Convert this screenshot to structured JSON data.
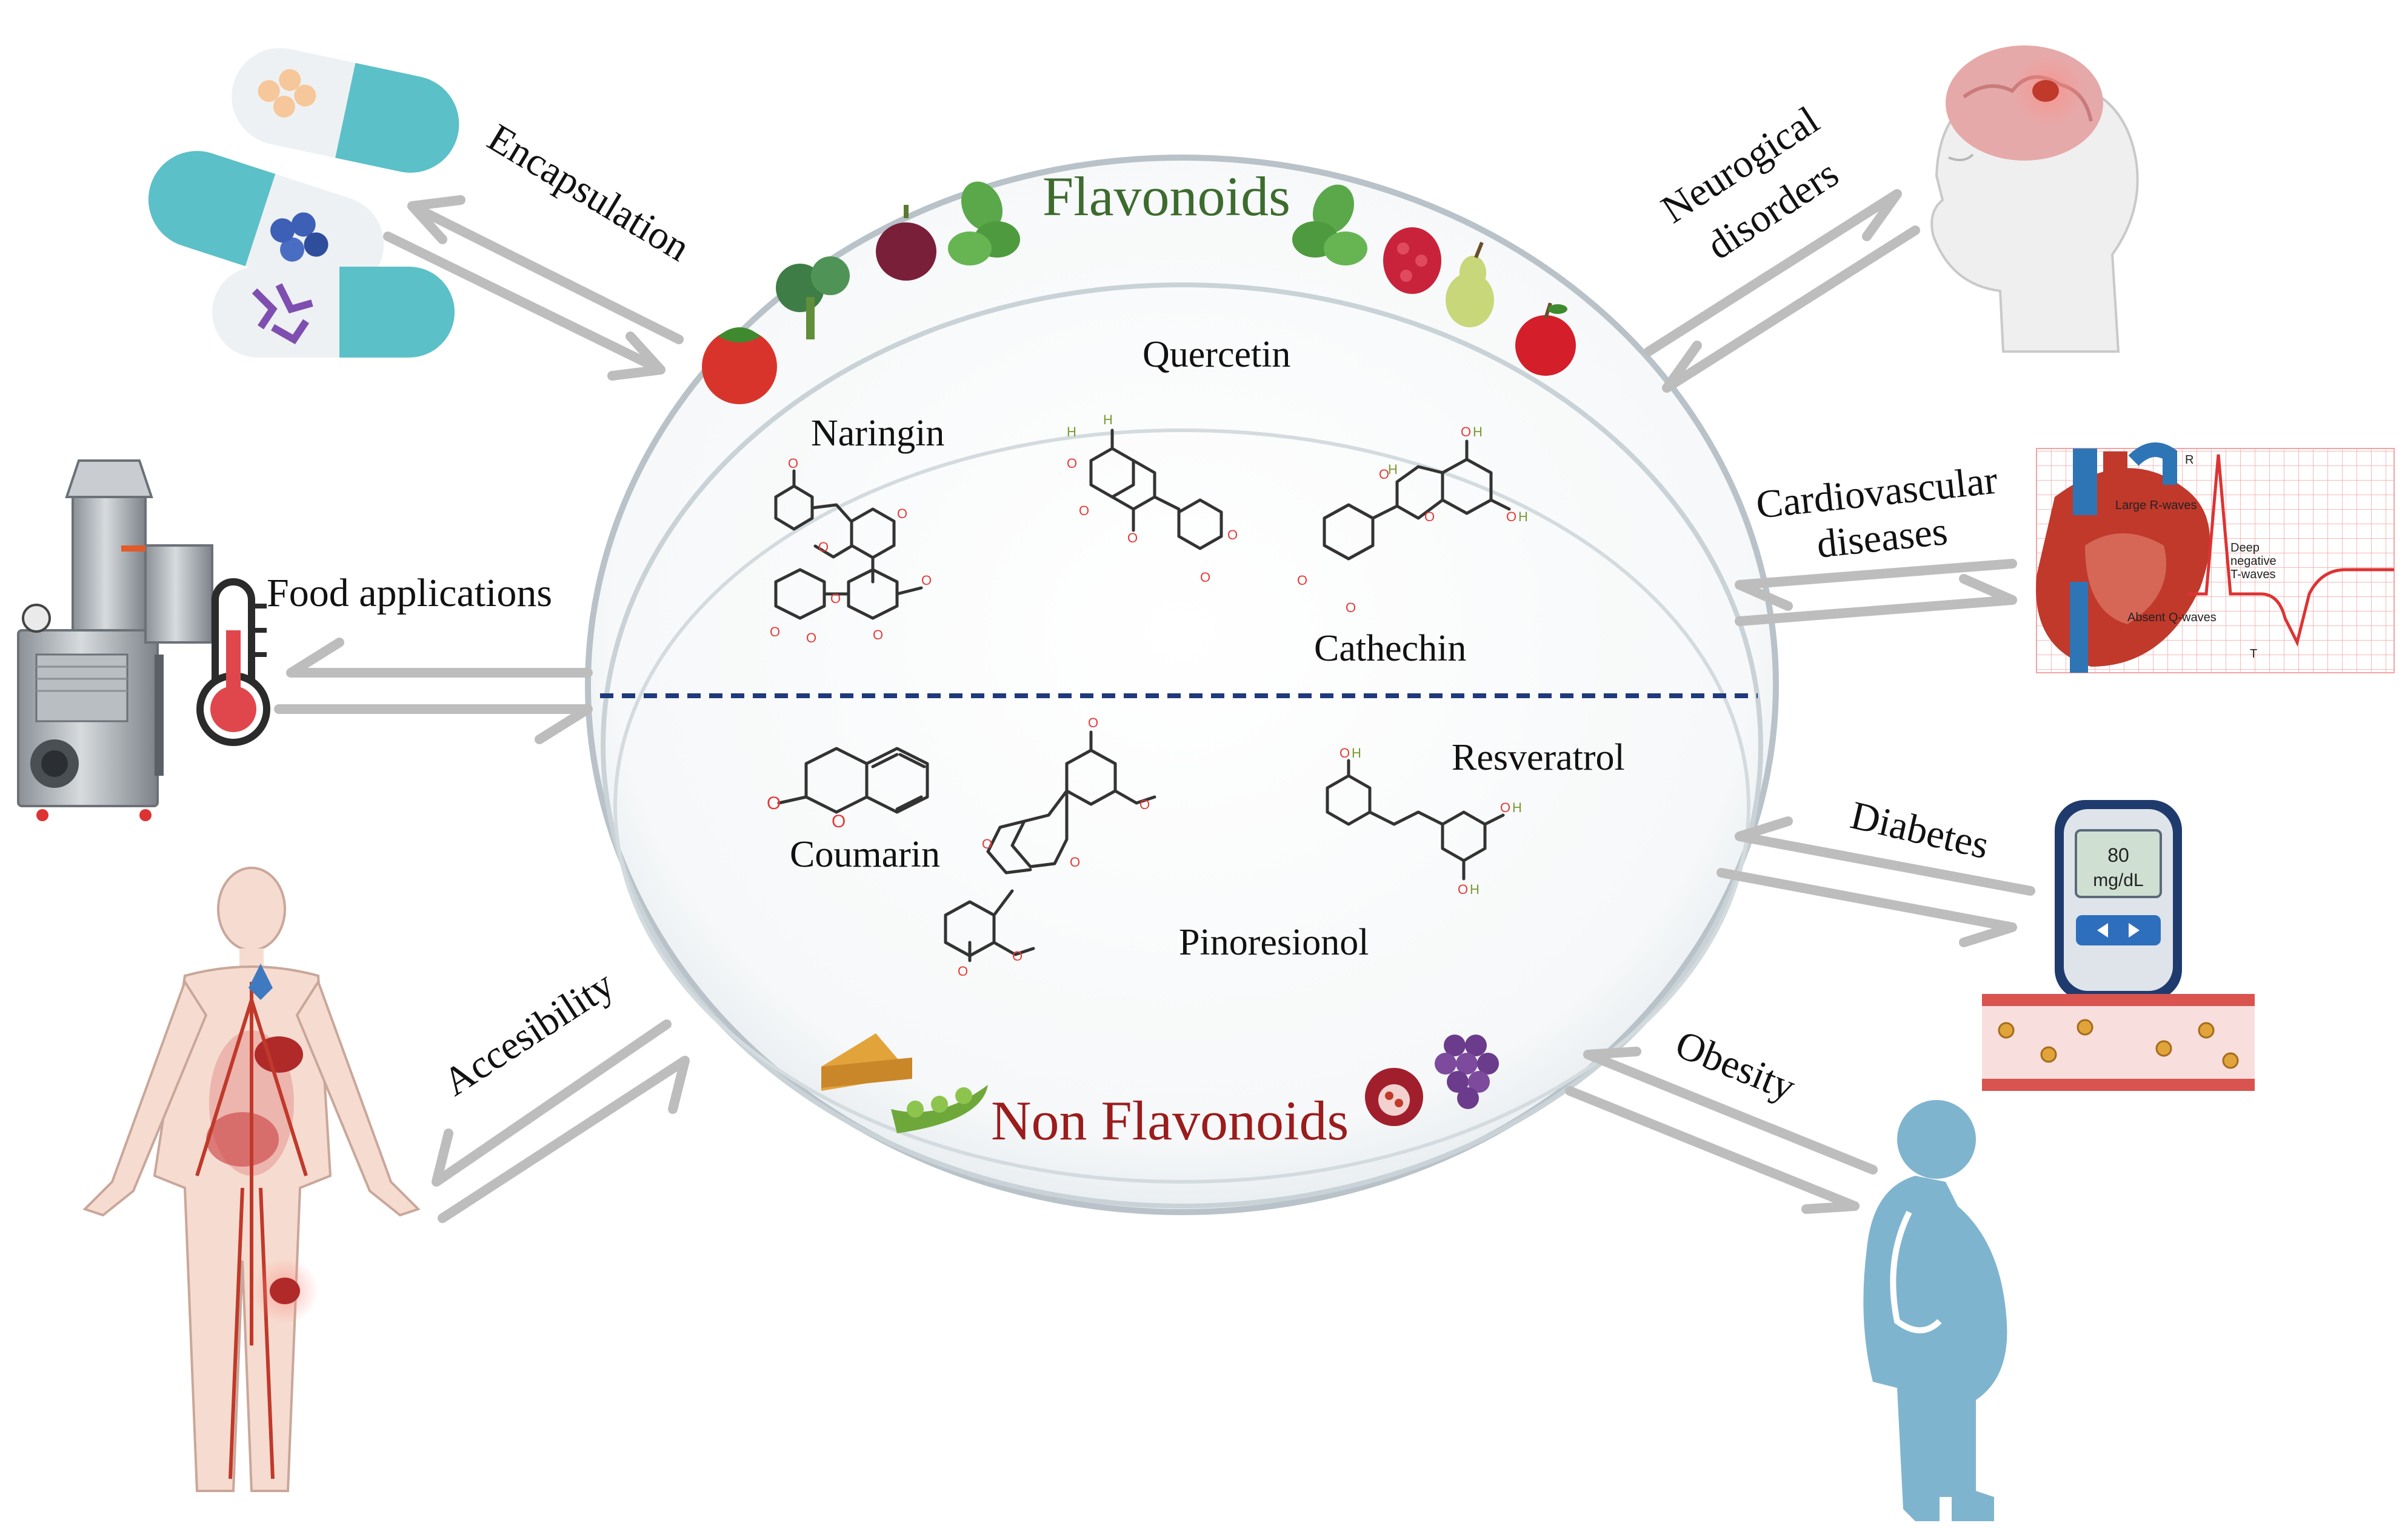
{
  "center": {
    "top_title": "Flavonoids",
    "bottom_title": "Non Flavonoids",
    "top_title_color": "#3d6b2e",
    "bottom_title_color": "#9b1c1c",
    "divider_color": "#1f3a7a",
    "compounds_top": {
      "quercetin": "Quercetin",
      "naringin": "Naringin",
      "cathechin": "Cathechin"
    },
    "compounds_bottom": {
      "coumarin": "Coumarin",
      "resveratrol": "Resveratrol",
      "pinoresionol": "Pinoresionol"
    }
  },
  "left_labels": {
    "encapsulation": "Encapsulation",
    "food_applications": "Food applications",
    "accesibility": "Accesibility"
  },
  "right_labels": {
    "neurological_line1": "Neurogical",
    "neurological_line2": "disorders",
    "cardio_line1": "Cardiovascular",
    "cardio_line2": "diseases",
    "diabetes": "Diabetes",
    "obesity": "Obesity"
  },
  "glucometer": {
    "value": "80",
    "unit": "mg/dL"
  },
  "ecg": {
    "r_label": "R",
    "t_label": "T",
    "large_r_waves": "Large R-waves",
    "deep_negative_line1": "Deep",
    "deep_negative_line2": "negative",
    "deep_negative_line3": "T-waves",
    "absent_q": "Absent Q-waves"
  },
  "colors": {
    "arrow": "#bdbdbd",
    "capsule_teal": "#5bc0c8",
    "thermometer_red": "#e0474c",
    "silhouette_blue": "#7fb4cf",
    "heart_red": "#c0392b"
  }
}
